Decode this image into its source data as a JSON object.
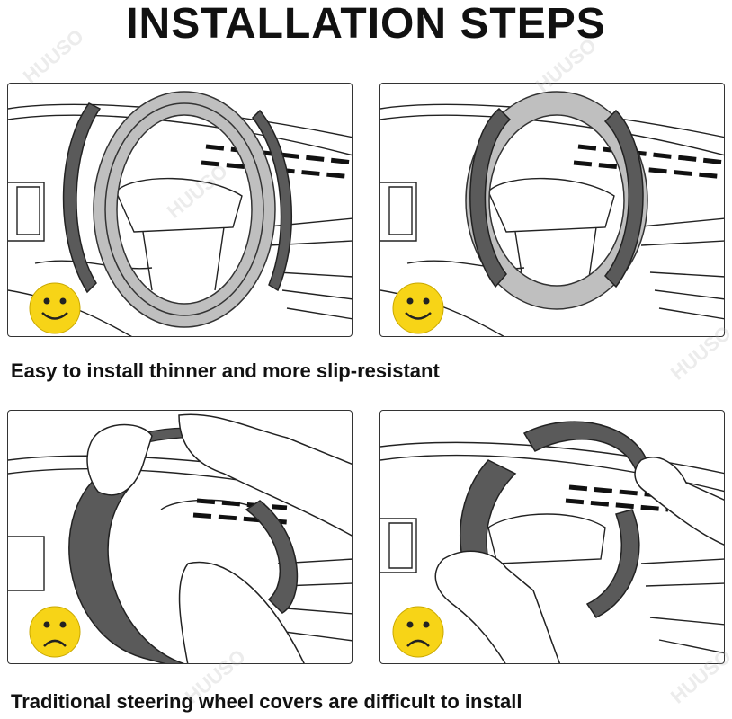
{
  "title": "INSTALLATION STEPS",
  "captions": {
    "top": "Easy to install thinner and more slip-resistant",
    "bottom": "Traditional steering wheel covers are difficult to install"
  },
  "watermark": "HUUSO",
  "panels": [
    {
      "emoji": "smile-face-icon",
      "variant": "split-cover-apart"
    },
    {
      "emoji": "smile-face-icon",
      "variant": "split-cover-installed"
    },
    {
      "emoji": "sad-face-icon",
      "variant": "traditional-cover-pulling"
    },
    {
      "emoji": "sad-face-icon",
      "variant": "traditional-cover-stretching"
    }
  ],
  "colors": {
    "cover_light": "#bfbfbf",
    "cover_dark": "#5a5a5a",
    "emoji_yellow": "#f7d417",
    "line": "#222222"
  }
}
